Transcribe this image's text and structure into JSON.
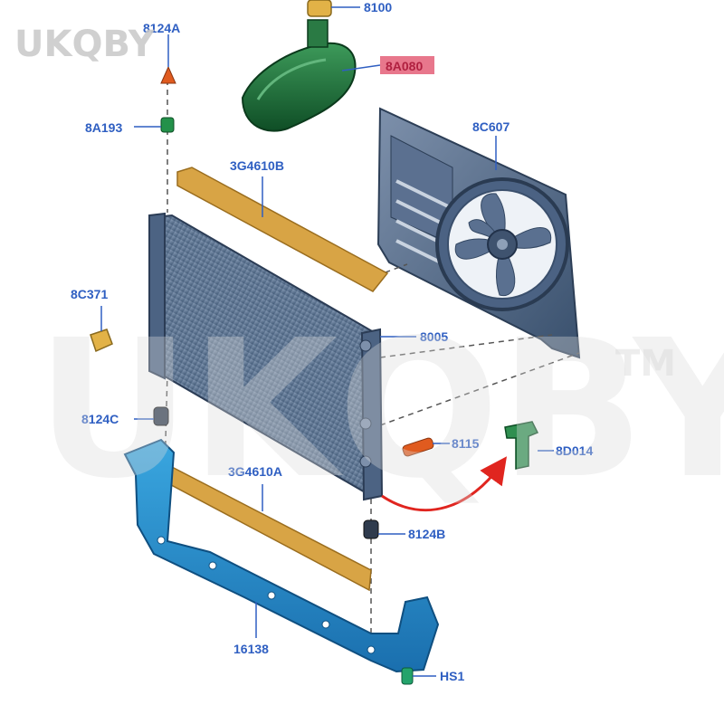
{
  "watermark": {
    "small": "UKQBY",
    "large": "UKQBY",
    "tm": "TM"
  },
  "colors": {
    "label": "#2f5fc2",
    "highlight_label_bg": "#e8778c",
    "highlight_label_text": "#b02040",
    "leader": "#2f5fc2",
    "arrow": "#e0251f",
    "strip": "#d8a445"
  },
  "parts": {
    "p8100": "8100",
    "p8124A": "8124A",
    "p8A080": "8A080",
    "p8A193": "8A193",
    "p8C607": "8C607",
    "p3G4610B": "3G4610B",
    "p8C371": "8C371",
    "p8005": "8005",
    "p8124C": "8124C",
    "p8115": "8115",
    "p8D014": "8D014",
    "p3G4610A": "3G4610A",
    "p8124B": "8124B",
    "p16138": "16138",
    "pHS1": "HS1"
  }
}
